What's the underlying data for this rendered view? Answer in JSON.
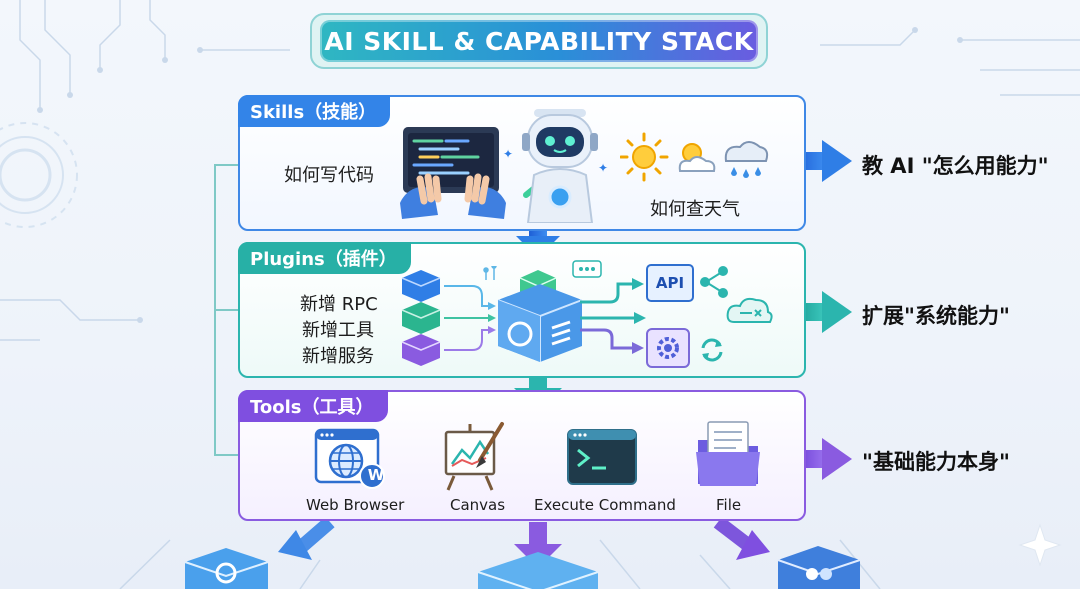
{
  "title": "AI SKILL & CAPABILITY STACK",
  "layers": [
    {
      "id": "skills",
      "label": "Skills（技能）",
      "items": [
        "如何写代码",
        "如何查天气"
      ],
      "outcome": "教 AI \"怎么用能力\""
    },
    {
      "id": "plugins",
      "label": "Plugins（插件）",
      "items": [
        "新增 RPC",
        "新增工具",
        "新增服务"
      ],
      "api_label": "API",
      "outcome": "扩展\"系统能力\""
    },
    {
      "id": "tools",
      "label": "Tools（工具）",
      "items": [
        "Web Browser",
        "Canvas",
        "Execute Command",
        "File"
      ],
      "browser_badge": "W",
      "outcome": "\"基础能力本身\""
    }
  ],
  "colors": {
    "skills": "#3384e8",
    "plugins": "#27b0a6",
    "tools": "#7f4fe0"
  }
}
